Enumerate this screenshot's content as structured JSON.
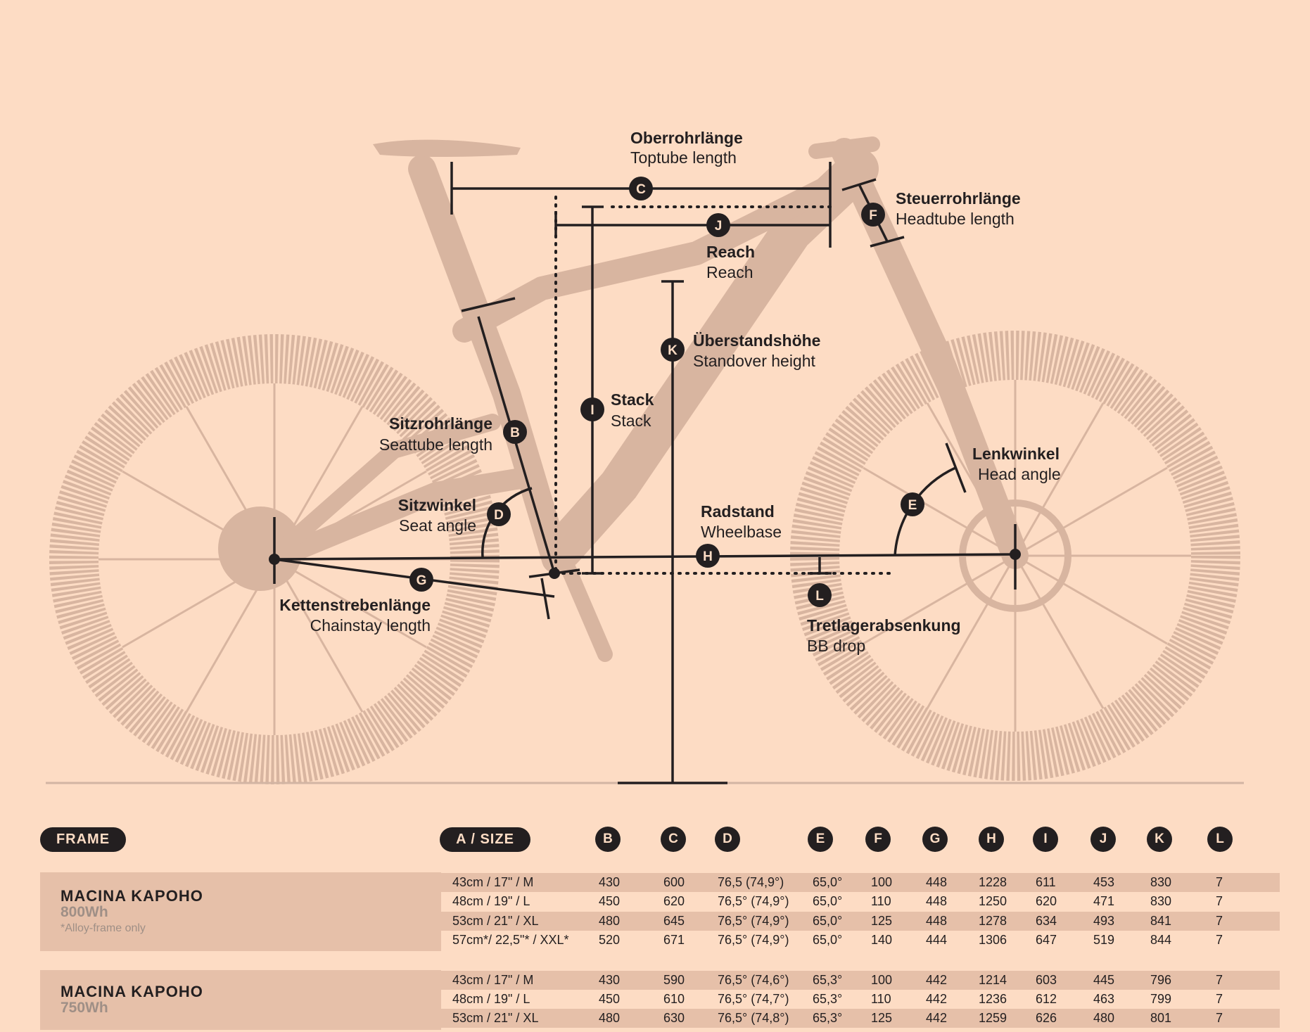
{
  "labels": {
    "C": {
      "de": "Oberrohrlänge",
      "en": "Toptube length"
    },
    "F": {
      "de": "Steuerrohrlänge",
      "en": "Headtube length"
    },
    "J": {
      "de": "Reach",
      "en": "Reach"
    },
    "K": {
      "de": "Überstandshöhe",
      "en": "Standover height"
    },
    "I": {
      "de": "Stack",
      "en": "Stack"
    },
    "B": {
      "de": "Sitzrohrlänge",
      "en": "Seattube length"
    },
    "E": {
      "de": "Lenkwinkel",
      "en": "Head angle"
    },
    "D": {
      "de": "Sitzwinkel",
      "en": "Seat angle"
    },
    "H": {
      "de": "Radstand",
      "en": "Wheelbase"
    },
    "G": {
      "de": "Kettenstrebenlänge",
      "en": "Chainstay length"
    },
    "L": {
      "de": "Tretlagerabsenkung",
      "en": "BB drop"
    }
  },
  "table": {
    "frame_label": "FRAME",
    "size_label": "A / SIZE",
    "columns": [
      "B",
      "C",
      "D",
      "E",
      "F",
      "G",
      "H",
      "I",
      "J",
      "K",
      "L"
    ],
    "models": [
      {
        "name": "MACINA KAPOHO",
        "battery": "800Wh",
        "note": "*Alloy-frame only",
        "rows": [
          [
            "43cm  /  17\"   /  M",
            "430",
            "600",
            "76,5 (74,9°)",
            "65,0°",
            "100",
            "448",
            "1228",
            "611",
            "453",
            "830",
            "7"
          ],
          [
            "48cm  /  19\"   /  L",
            "450",
            "620",
            "76,5° (74,9°)",
            "65,0°",
            "110",
            "448",
            "1250",
            "620",
            "471",
            "830",
            "7"
          ],
          [
            "53cm  /  21\"   /  XL",
            "480",
            "645",
            "76,5° (74,9°)",
            "65,0°",
            "125",
            "448",
            "1278",
            "634",
            "493",
            "841",
            "7"
          ],
          [
            "57cm*/  22,5\"* / XXL*",
            "520",
            "671",
            "76,5° (74,9°)",
            "65,0°",
            "140",
            "444",
            "1306",
            "647",
            "519",
            "844",
            "7"
          ]
        ]
      },
      {
        "name": "MACINA KAPOHO",
        "battery": "750Wh",
        "note": "",
        "rows": [
          [
            "43cm  /  17\"   /  M",
            "430",
            "590",
            "76,5° (74,6°)",
            "65,3°",
            "100",
            "442",
            "1214",
            "603",
            "445",
            "796",
            "7"
          ],
          [
            "48cm  /  19\"   /  L",
            "450",
            "610",
            "76,5° (74,7°)",
            "65,3°",
            "110",
            "442",
            "1236",
            "612",
            "463",
            "799",
            "7"
          ],
          [
            "53cm  /  21\"   /  XL",
            "480",
            "630",
            "76,5° (74,8°)",
            "65,3°",
            "125",
            "442",
            "1259",
            "626",
            "480",
            "801",
            "7"
          ]
        ]
      }
    ]
  },
  "colors": {
    "background": "#fddcc4",
    "bike_silhouette": "#d8b5a0",
    "ink": "#231f20",
    "row_shade": "#e6c0a9",
    "muted_text": "#9f8f86"
  }
}
